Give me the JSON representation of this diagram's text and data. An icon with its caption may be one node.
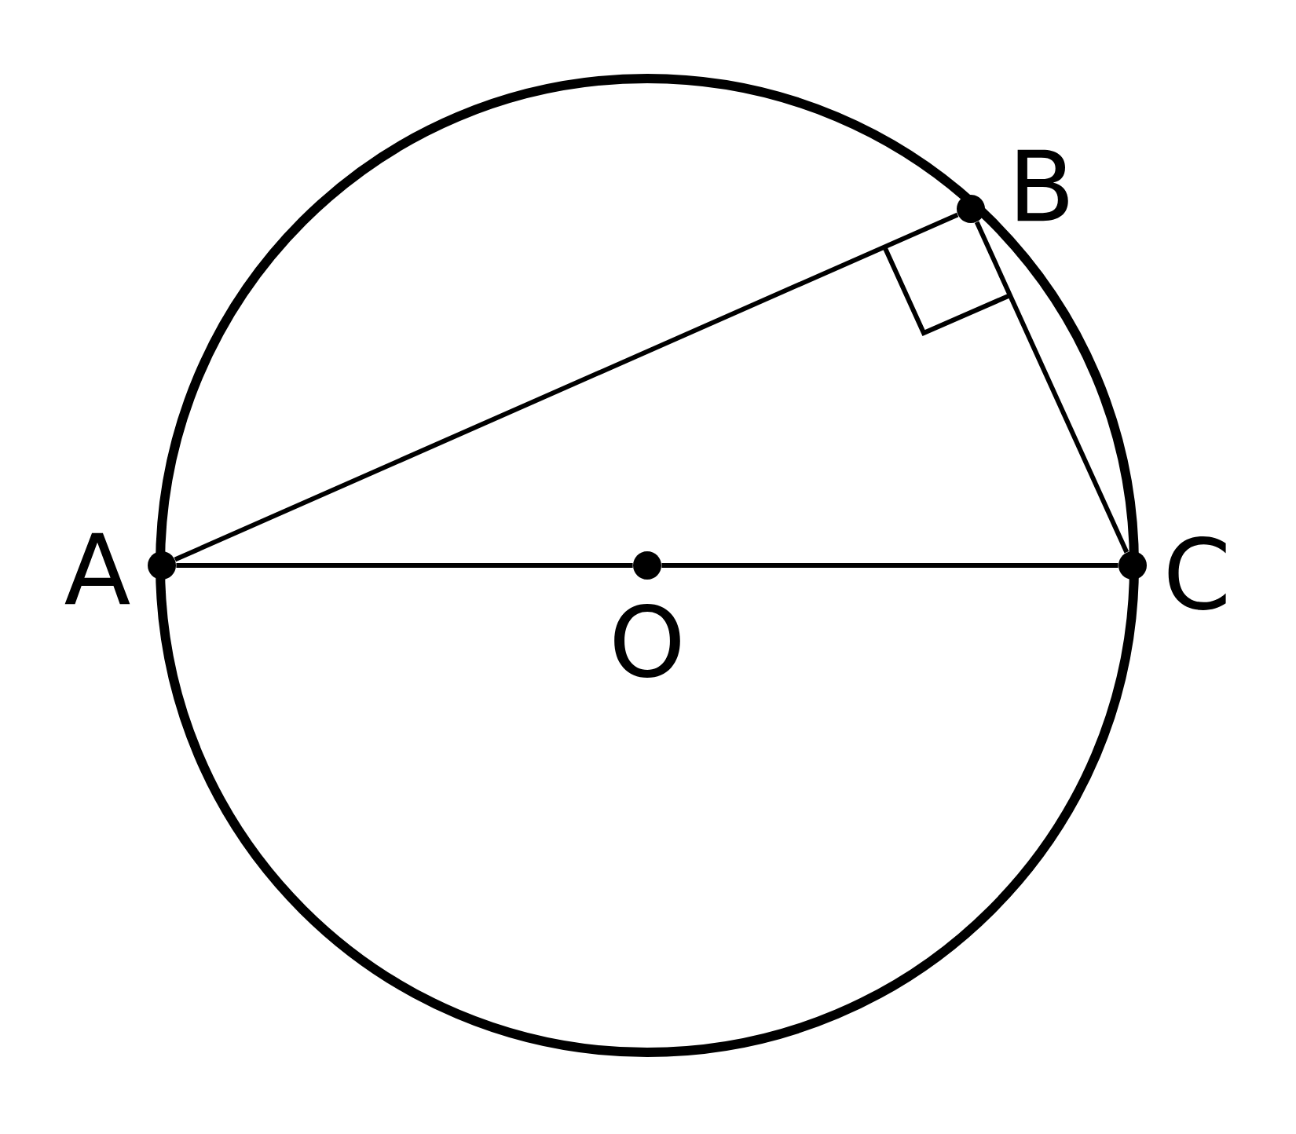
{
  "diagram": {
    "nodes": [
      {
        "text": [],
        "shape": "circle",
        "beside": [
          "A"
        ]
      },
      {
        "text": [],
        "shape": "circle",
        "beside": [
          "B"
        ]
      },
      {
        "text": [],
        "shape": "circle",
        "beside": [
          "C"
        ]
      },
      {
        "text": [],
        "shape": "circle",
        "beside": [
          "O"
        ]
      }
    ],
    "edges": [
      {
        "from": 0,
        "to": 1,
        "arrow": "none"
      },
      {
        "from": 1,
        "to": 2,
        "arrow": "none"
      },
      {
        "from": 0,
        "to": 3,
        "arrow": "none"
      },
      {
        "from": 3,
        "to": 2,
        "arrow": "none"
      }
    ]
  }
}
